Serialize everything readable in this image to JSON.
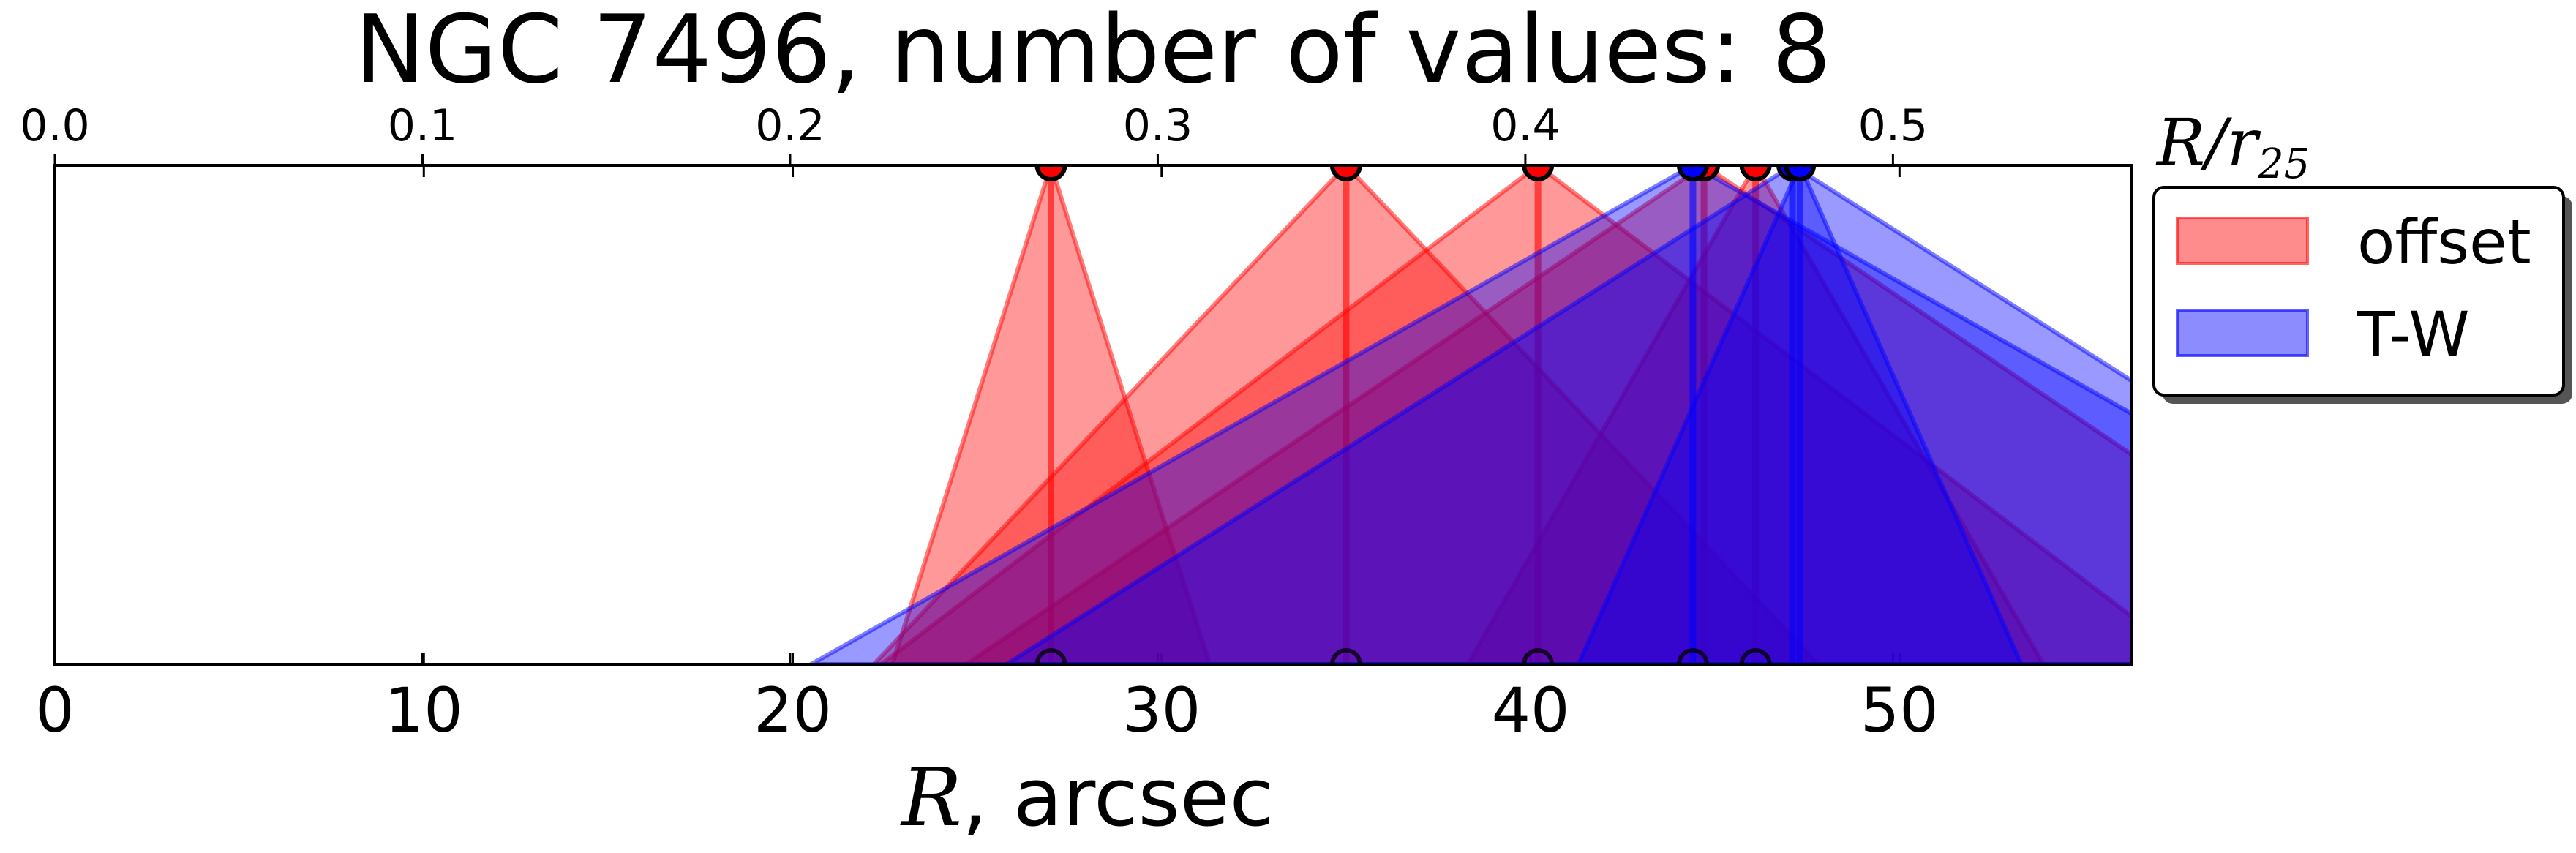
{
  "chart_data": {
    "type": "scatter",
    "title": "NGC 7496, number of values: 8",
    "xlabel_symbol": "R",
    "xlabel_rest": ", arcsec",
    "top_axis_label_symbol": "R/r",
    "top_axis_label_subscript": "25",
    "xlim": [
      0,
      56.3
    ],
    "top_xlim": [
      0,
      0.565
    ],
    "x_ticks": [
      "0",
      "10",
      "20",
      "30",
      "40",
      "50"
    ],
    "x_tick_values": [
      0,
      10,
      20,
      30,
      40,
      50
    ],
    "top_ticks": [
      "0.0",
      "0.1",
      "0.2",
      "0.3",
      "0.4",
      "0.5"
    ],
    "top_tick_values": [
      0.0,
      0.1,
      0.2,
      0.3,
      0.4,
      0.5
    ],
    "grid": false,
    "legend_placement": "outside-right-top",
    "series": [
      {
        "name": "offset",
        "color": "#ff0000",
        "points": [
          {
            "x": 27.0,
            "spread": 4.3,
            "bottom_marker": true
          },
          {
            "x": 35.0,
            "spread": 12.8,
            "bottom_marker": true
          },
          {
            "x": 40.2,
            "spread": 17.8,
            "bottom_marker": true
          },
          {
            "x": 44.7,
            "spread": 20.0,
            "bottom_marker": false
          },
          {
            "x": 46.1,
            "spread": 7.8,
            "bottom_marker": true
          }
        ]
      },
      {
        "name": "T-W",
        "color": "#0000ff",
        "points": [
          {
            "x": 44.4,
            "spread": 23.9,
            "bottom_marker": true
          },
          {
            "x": 47.1,
            "spread": 21.3,
            "bottom_marker": false
          },
          {
            "x": 47.3,
            "spread": 6.0,
            "bottom_marker": false
          }
        ]
      }
    ]
  }
}
